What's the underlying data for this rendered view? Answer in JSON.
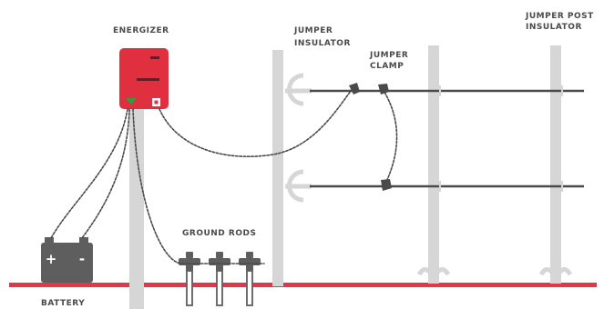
{
  "labels": {
    "energizer": "ENERGIZER",
    "insulator": "JUMPER INSULATOR",
    "jumper_clamp": "JUMPER CLAMP",
    "support_post": "JUMPER POST / INSULATOR",
    "ground_rods": "GROUND RODS",
    "battery": "BATTERY"
  },
  "battery_terminals": {
    "positive": "+",
    "negative": "-"
  },
  "colors": {
    "energizer": "#e0303f",
    "ground_line": "#e03848",
    "post": "#d6d6d6",
    "wire": "#4a4a4a",
    "battery": "#5e5e5e",
    "indicator": "#2e9e3a"
  },
  "icons": {
    "energizer": "fence-energizer-icon",
    "battery": "car-battery-icon",
    "ground_rod": "ground-rod-icon",
    "jumper_clamp": "alligator-clamp-icon"
  }
}
